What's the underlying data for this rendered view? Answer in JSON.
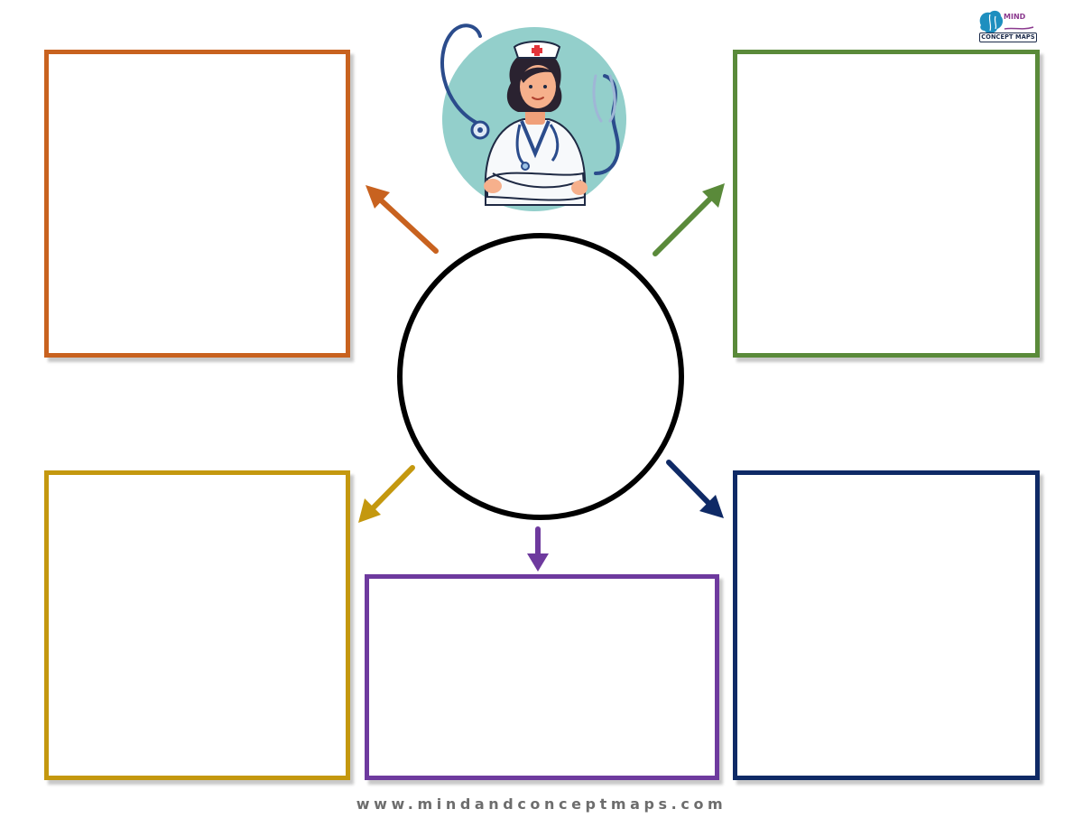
{
  "colors": {
    "box_top_left": "#c8621f",
    "box_top_right": "#5a8a3a",
    "box_bottom_left": "#c4980f",
    "box_bottom_center": "#6e3a9e",
    "box_bottom_right": "#0f2a66",
    "center_circle": "#000000",
    "nurse_backdrop": "#93cfcb"
  },
  "logo": {
    "word_top": "MIND",
    "word_bottom": "CONCEPT MAPS",
    "icon": "brain-icon"
  },
  "illustration": {
    "icon": "nurse-with-stethoscope-icon"
  },
  "footer": {
    "url": "www.mindandconceptmaps.com"
  }
}
